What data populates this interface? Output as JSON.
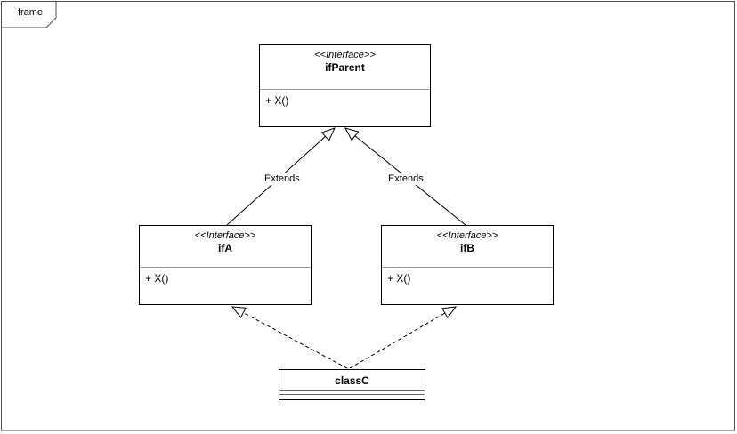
{
  "frame": {
    "label": "frame"
  },
  "nodes": {
    "ifParent": {
      "stereotype": "<<Interface>>",
      "name": "ifParent",
      "method": "+ X()"
    },
    "ifA": {
      "stereotype": "<<Interface>>",
      "name": "ifA",
      "method": "+ X()"
    },
    "ifB": {
      "stereotype": "<<Interface>>",
      "name": "ifB",
      "method": "+ X()"
    },
    "classC": {
      "name": "classC"
    }
  },
  "edges": {
    "ifA_ifParent": {
      "from": "ifA",
      "to": "ifParent",
      "label": "Extends",
      "line": "solid",
      "arrow": "hollow-triangle"
    },
    "ifB_ifParent": {
      "from": "ifB",
      "to": "ifParent",
      "label": "Extends",
      "line": "solid",
      "arrow": "hollow-triangle"
    },
    "classC_ifA": {
      "from": "classC",
      "to": "ifA",
      "label": "",
      "line": "dashed",
      "arrow": "hollow-triangle"
    },
    "classC_ifB": {
      "from": "classC",
      "to": "ifB",
      "label": "",
      "line": "dashed",
      "arrow": "hollow-triangle"
    }
  },
  "colors": {
    "node_border": "#000000",
    "compartment_divider": "#999999",
    "class_divider": "#666666",
    "frame_border": "#4d4d4d",
    "edge_line": "#000000",
    "background": "#ffffff"
  }
}
